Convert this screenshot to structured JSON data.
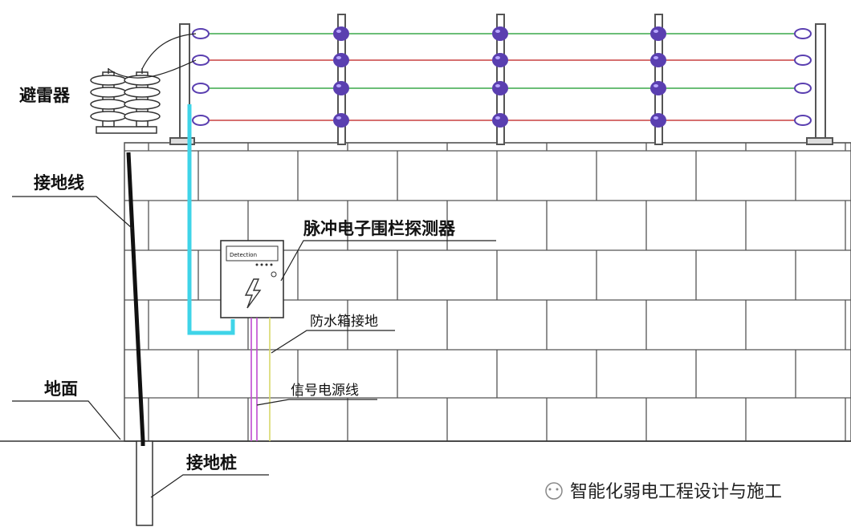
{
  "labels": {
    "lightning_arrester": "避雷器",
    "ground_wire": "接地线",
    "detector": "脉冲电子围栏探测器",
    "waterproof_box_ground": "防水箱接地",
    "signal_power_line": "信号电源线",
    "ground": "地面",
    "ground_pile": "接地桩"
  },
  "watermark": "智能化弱电工程设计与施工",
  "device_label": "Detection",
  "colors": {
    "wire_green": "#3aa84a",
    "wire_red": "#c84040",
    "insulator": "#5a3fb0",
    "cyan_cable": "#3fd4e8",
    "brick_line": "#444444"
  }
}
